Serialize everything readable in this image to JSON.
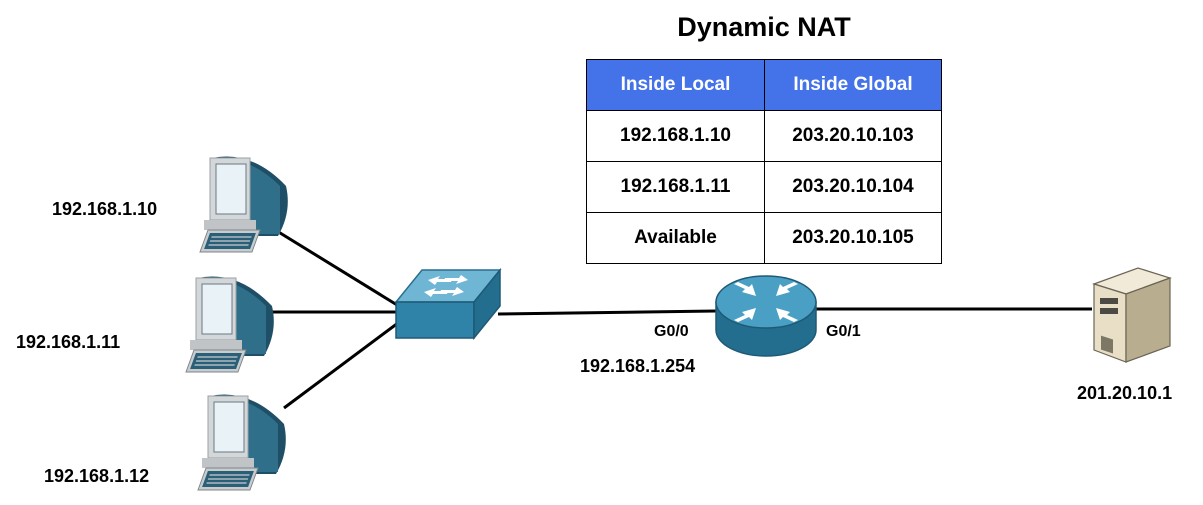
{
  "title": "Dynamic NAT",
  "nat_table": {
    "headers": [
      "Inside Local",
      "Inside Global"
    ],
    "rows": [
      [
        "192.168.1.10",
        "203.20.10.103"
      ],
      [
        "192.168.1.11",
        "203.20.10.104"
      ],
      [
        "Available",
        "203.20.10.105"
      ]
    ],
    "header_color": "#4472e8"
  },
  "hosts": [
    "192.168.1.10",
    "192.168.1.11",
    "192.168.1.12"
  ],
  "router": {
    "inside_interface": "G0/0",
    "outside_interface": "G0/1",
    "inside_ip": "192.168.1.254"
  },
  "server": {
    "ip": "201.20.10.1"
  },
  "icons": [
    "computer-icon",
    "switch-icon",
    "router-icon",
    "server-icon"
  ]
}
